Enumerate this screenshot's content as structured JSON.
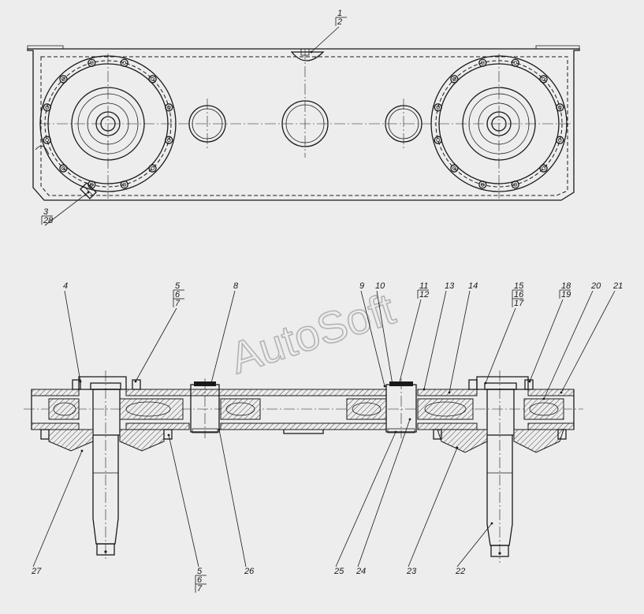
{
  "watermark": "AutoSoft",
  "callouts_top": [
    {
      "id": "c1",
      "parts": [
        "1",
        "2"
      ]
    },
    {
      "id": "c3",
      "parts": [
        "3",
        "28"
      ]
    }
  ],
  "callouts_section": [
    {
      "id": "c4",
      "parts": [
        "4"
      ]
    },
    {
      "id": "c5a",
      "parts": [
        "5",
        "6",
        "7"
      ]
    },
    {
      "id": "c8",
      "parts": [
        "8"
      ]
    },
    {
      "id": "c9",
      "parts": [
        "9"
      ]
    },
    {
      "id": "c10",
      "parts": [
        "10"
      ]
    },
    {
      "id": "c11",
      "parts": [
        "11",
        "12"
      ]
    },
    {
      "id": "c13",
      "parts": [
        "13"
      ]
    },
    {
      "id": "c14",
      "parts": [
        "14"
      ]
    },
    {
      "id": "c15",
      "parts": [
        "15",
        "16",
        "17"
      ]
    },
    {
      "id": "c18",
      "parts": [
        "18",
        "19"
      ]
    },
    {
      "id": "c20",
      "parts": [
        "20"
      ]
    },
    {
      "id": "c21",
      "parts": [
        "21"
      ]
    },
    {
      "id": "c27",
      "parts": [
        "27"
      ]
    },
    {
      "id": "c5b",
      "parts": [
        "5",
        "6",
        "7"
      ]
    },
    {
      "id": "c26",
      "parts": [
        "26"
      ]
    },
    {
      "id": "c25",
      "parts": [
        "25"
      ]
    },
    {
      "id": "c24",
      "parts": [
        "24"
      ]
    },
    {
      "id": "c23",
      "parts": [
        "23"
      ]
    },
    {
      "id": "c22",
      "parts": [
        "22"
      ]
    }
  ]
}
